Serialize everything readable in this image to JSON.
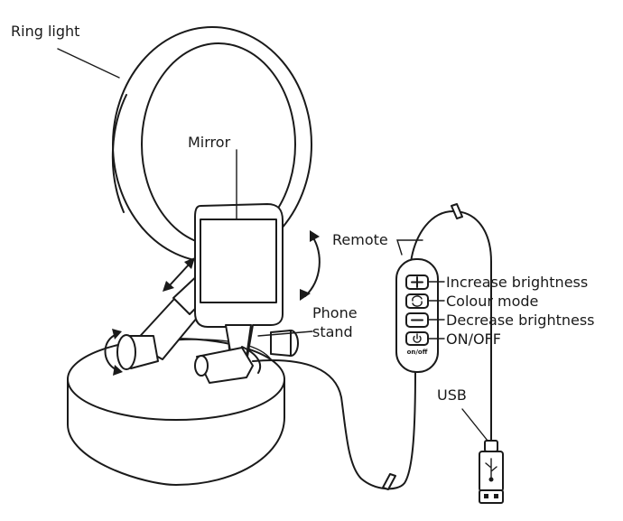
{
  "labels": {
    "ring_light": "Ring light",
    "mirror": "Mirror",
    "remote": "Remote",
    "increase_brightness": "Increase brightness",
    "colour_mode": "Colour mode",
    "decrease_brightness": "Decrease brightness",
    "on_off": "ON/OFF",
    "phone_stand_line1": "Phone",
    "phone_stand_line2": "stand",
    "usb": "USB",
    "power_button_text": "on/off"
  },
  "icons": [
    "plus-icon",
    "cycle-icon",
    "minus-icon",
    "power-icon",
    "usb-icon",
    "rotate-arrow-icon"
  ]
}
